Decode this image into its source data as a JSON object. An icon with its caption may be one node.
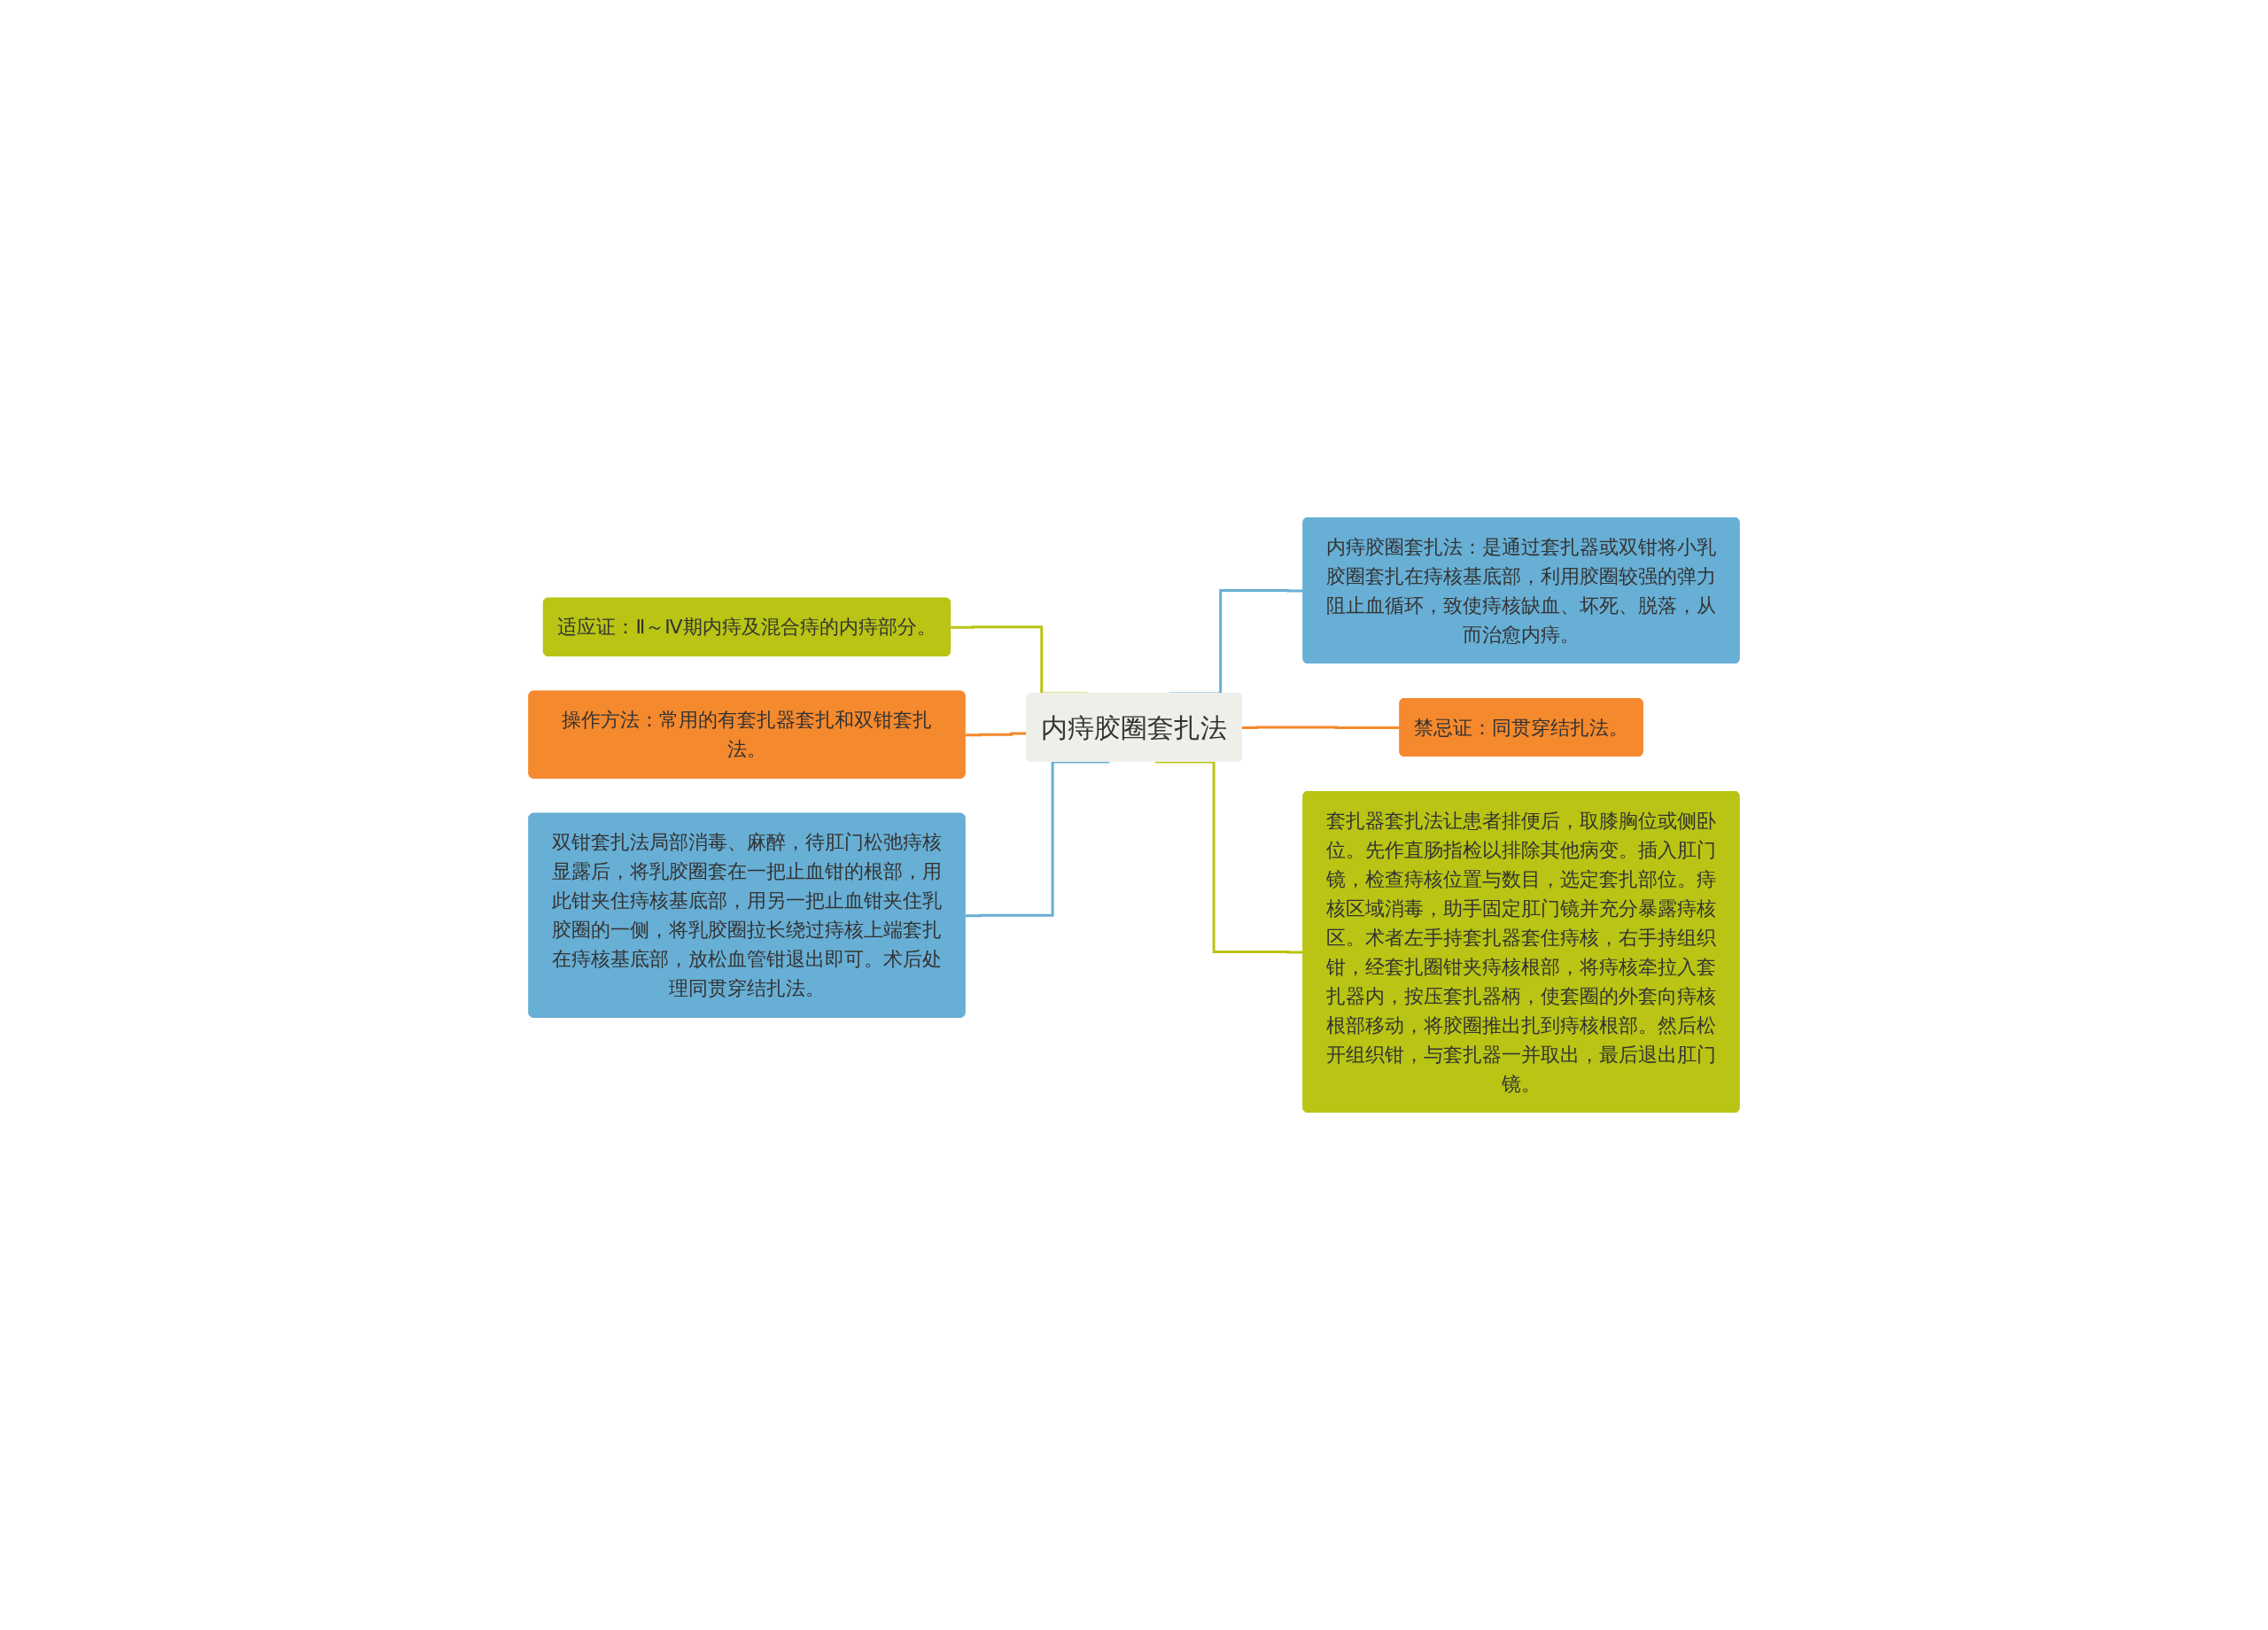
{
  "diagram": {
    "nodes": [
      {
        "text": [
          "内痔胶圈套扎法"
        ]
      },
      {
        "text": [
          "适应证：Ⅱ～Ⅳ期内痔及混合痔的内痔部分。"
        ]
      },
      {
        "text": [
          "操作方法：常用的有套扎器套扎和双钳套扎法。"
        ]
      },
      {
        "text": [
          "双钳套扎法局部消毒、麻醉，待肛门松弛痔核显露后，将乳胶圈套在一把止血钳的根部，用此钳夹住痔核基底部，用另一把止血钳夹住乳胶圈的一侧，将乳胶圈拉长绕过痔核上端套扎在痔核基底部，放松血管钳退出即可。术后处理同贯穿结扎法。"
        ]
      },
      {
        "text": [
          "内痔胶圈套扎法：是通过套扎器或双钳将小乳胶圈套扎在痔核基底部，利用胶圈较强的弹力阻止血循环，致使痔核缺血、坏死、脱落，从而治愈内痔。"
        ]
      },
      {
        "text": [
          "禁忌证：同贯穿结扎法。"
        ]
      },
      {
        "text": [
          "套扎器套扎法让患者排便后，取膝胸位或侧卧位。先作直肠指检以排除其他病变。插入肛门镜，检查痔核位置与数目，选定套扎部位。痔核区域消毒，助手固定肛门镜并充分暴露痔核区。术者左手持套扎器套住痔核，右手持组织钳，经套扎圈钳夹痔核根部，将痔核牵拉入套扎器内，按压套扎器柄，使套圈的外套向痔核根部移动，将胶圈推出扎到痔核根部。然后松开组织钳，与套扎器一并取出，最后退出肛门镜。"
        ]
      }
    ],
    "edges": [
      {
        "from": 0,
        "to": 1,
        "arrow": "none",
        "color": "#b9c414"
      },
      {
        "from": 0,
        "to": 2,
        "arrow": "none",
        "color": "#f5892d"
      },
      {
        "from": 0,
        "to": 3,
        "arrow": "none",
        "color": "#68afd5"
      },
      {
        "from": 0,
        "to": 4,
        "arrow": "none",
        "color": "#68afd5"
      },
      {
        "from": 0,
        "to": 5,
        "arrow": "none",
        "color": "#f5892d"
      },
      {
        "from": 0,
        "to": 6,
        "arrow": "none",
        "color": "#b9c414"
      }
    ]
  }
}
